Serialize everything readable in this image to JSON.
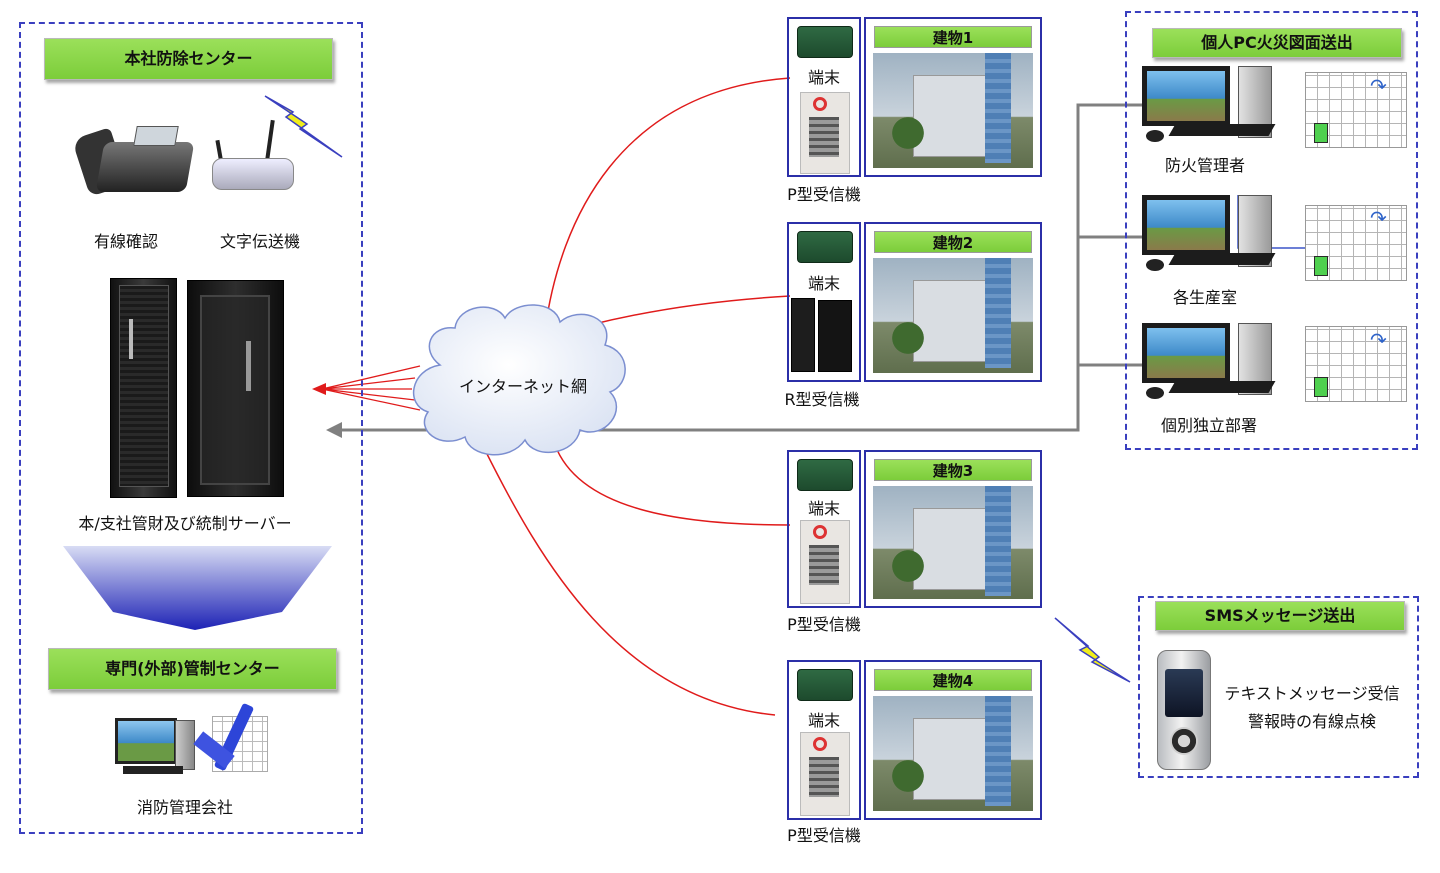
{
  "hq": {
    "title": "本社防除センター",
    "wired_label": "有線確認",
    "text_label": "文字伝送機",
    "server_label": "本/支社管財及び統制サーバー"
  },
  "external": {
    "title": "専門(外部)管制センター",
    "company_label": "消防管理会社"
  },
  "network": {
    "cloud_label": "インターネット網"
  },
  "buildings": [
    {
      "title": "建物1",
      "terminal": "端末",
      "receiver": "P型受信機"
    },
    {
      "title": "建物2",
      "terminal": "端末",
      "receiver": "R型受信機"
    },
    {
      "title": "建物3",
      "terminal": "端末",
      "receiver": "P型受信機"
    },
    {
      "title": "建物4",
      "terminal": "端末",
      "receiver": "P型受信機"
    }
  ],
  "pc_panel": {
    "title": "個人PC火災図面送出",
    "items": [
      {
        "label": "防火管理者"
      },
      {
        "label": "各生産室"
      },
      {
        "label": "個別独立部署"
      }
    ]
  },
  "sms_panel": {
    "title": "SMSメッセージ送出",
    "line1": "テキストメッセージ受信",
    "line2": "警報時の有線点検"
  },
  "colors": {
    "dash_border": "#3a3fbf",
    "label_green": "#8ad648",
    "link_red": "#e01b1b",
    "gray_line": "#808080"
  }
}
